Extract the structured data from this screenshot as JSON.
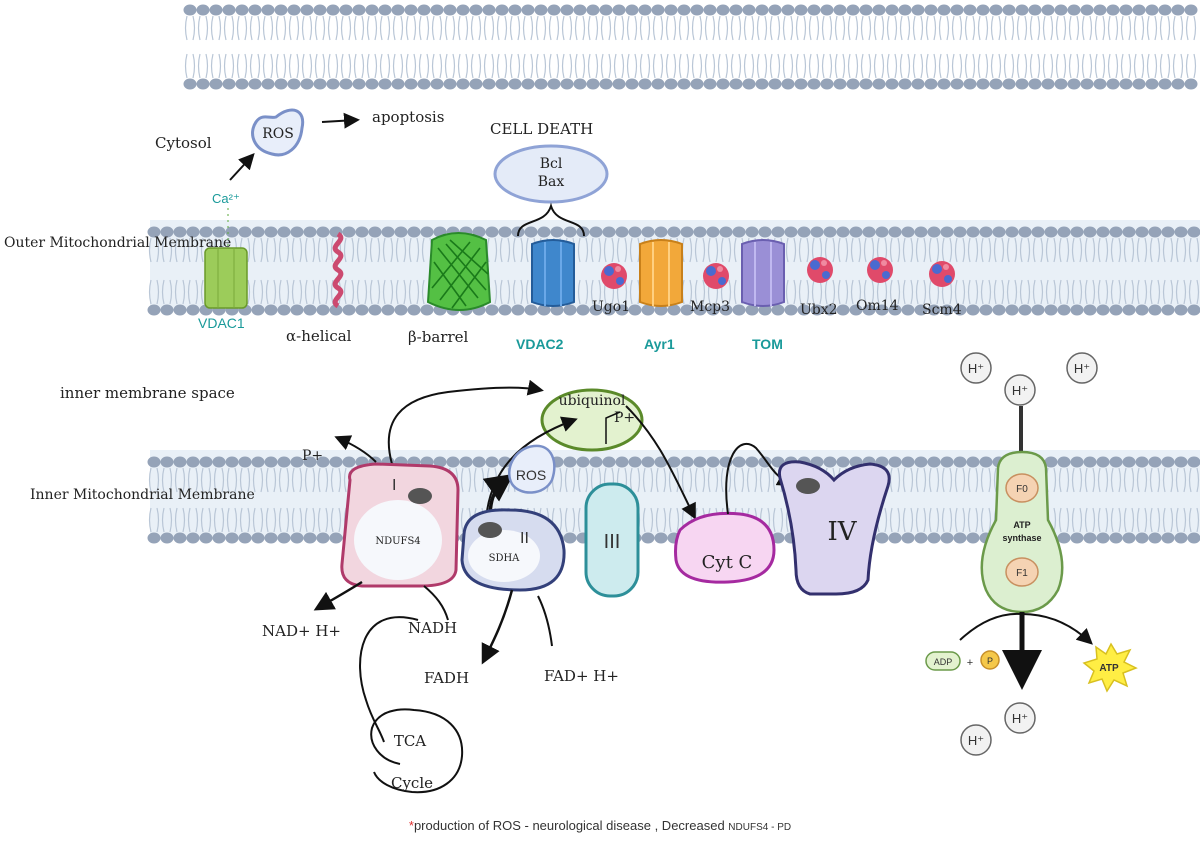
{
  "labels": {
    "cytosol": "Cytosol",
    "ros_top": "ROS",
    "apoptosis": "apoptosis",
    "cell_death": "CELL DEATH",
    "bcl": "Bcl",
    "bax": "Bax",
    "ca": "Ca²⁺",
    "outer_membrane": "Outer Mitochondrial Membrane",
    "vdac1": "VDAC1",
    "alpha_helical": "α-helical",
    "beta_barrel": "β-barrel",
    "vdac2": "VDAC2",
    "ugo1": "Ugo1",
    "ayr1": "Ayr1",
    "mcp3": "Mcp3",
    "tom": "TOM",
    "ubx2": "Ubx2",
    "om14": "Om14",
    "scm4": "Scm4",
    "inner_space": "inner membrane  space",
    "inner_membrane": "Inner Mitochondrial Membrane",
    "ubiquinol": "ubiquinol",
    "p_plus_left": "P+",
    "p_plus_right": "P+",
    "ros_mid": "ROS",
    "complex_i": "I",
    "ndufs4": "NDUFS4",
    "complex_ii": "II",
    "sdha": "SDHA",
    "complex_iii": "III",
    "cyt_c": "Cyt C",
    "complex_iv": "IV",
    "h_plus": "H⁺",
    "f0": "F0",
    "atp_synthase_1": "ATP",
    "atp_synthase_2": "synthase",
    "f1": "F1",
    "adp": "ADP",
    "plus": "+",
    "pi": "P",
    "atp": "ATP",
    "nad": "NAD+ H+",
    "nadh": "NADH",
    "fadh": "FADH",
    "fad": "FAD+ H+",
    "tca": "TCA",
    "cycle": "Cycle"
  },
  "footnote": {
    "asterisk": "*",
    "text": "production of ROS - neurological disease , Decreased ",
    "small": "NDUFS4 - PD"
  },
  "colors": {
    "lipid_head": "#95a3b8",
    "lipid_tail": "#b9c6d6",
    "membrane_bg": "#e9f0f7",
    "teal_text": "#1a9a9a",
    "complex_i_fill": "#f2d6df",
    "complex_i_stroke": "#b03a6a",
    "complex_ii_fill": "#d6dcef",
    "complex_ii_stroke": "#33407a",
    "complex_iii_fill": "#cdebee",
    "complex_iii_stroke": "#2d8f99",
    "cytc_fill": "#f7d6f2",
    "cytc_stroke": "#a52aa0",
    "complex_iv_fill": "#dcd6f0",
    "complex_iv_stroke": "#33306e",
    "ubiquinol_fill": "#e3f2cf",
    "ubiquinol_stroke": "#5b8a2a",
    "atp_synth_fill": "#dcefd0",
    "atp_synth_stroke": "#6b9a4a",
    "vdac1": "#9ccc5a",
    "vdac2": "#3f87cc",
    "ayr1": "#f2a83a",
    "tom": "#9a8fd6",
    "alpha_helix": "#cc4a70",
    "beta_barrel": "#3aa83a",
    "atp_star": "#ffee44"
  }
}
